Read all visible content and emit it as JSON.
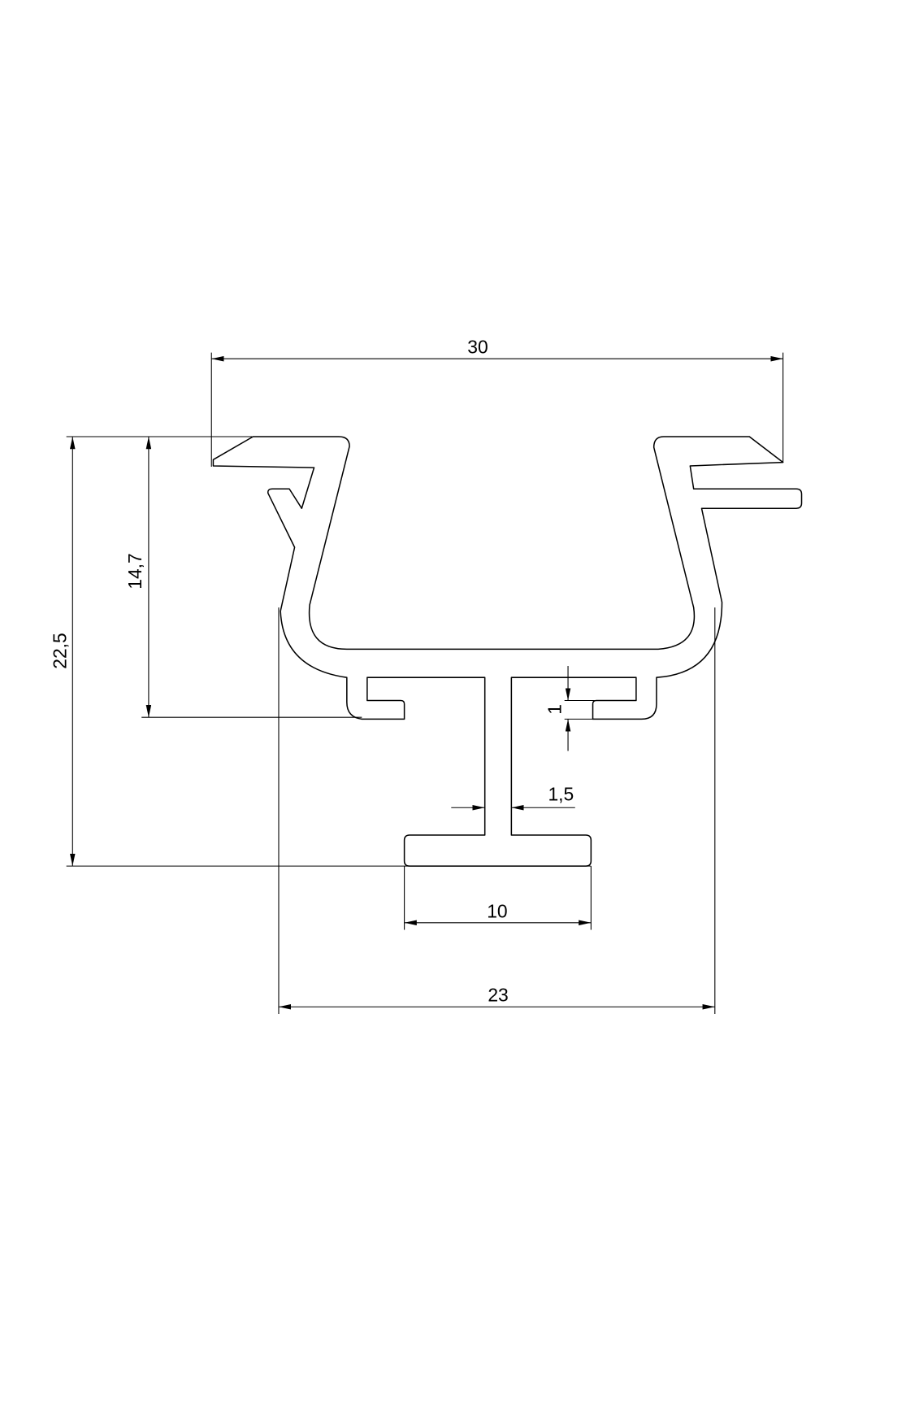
{
  "drawing": {
    "title": "Aluminium profile cross-section",
    "dimensions": {
      "overall_width_top": "30",
      "overall_height": "22,5",
      "upper_height": "14,7",
      "body_width": "23",
      "foot_width": "10",
      "web_thickness": "1,5",
      "slot_gap": "1"
    },
    "colors": {
      "line": "#000000",
      "background": "#ffffff"
    }
  }
}
